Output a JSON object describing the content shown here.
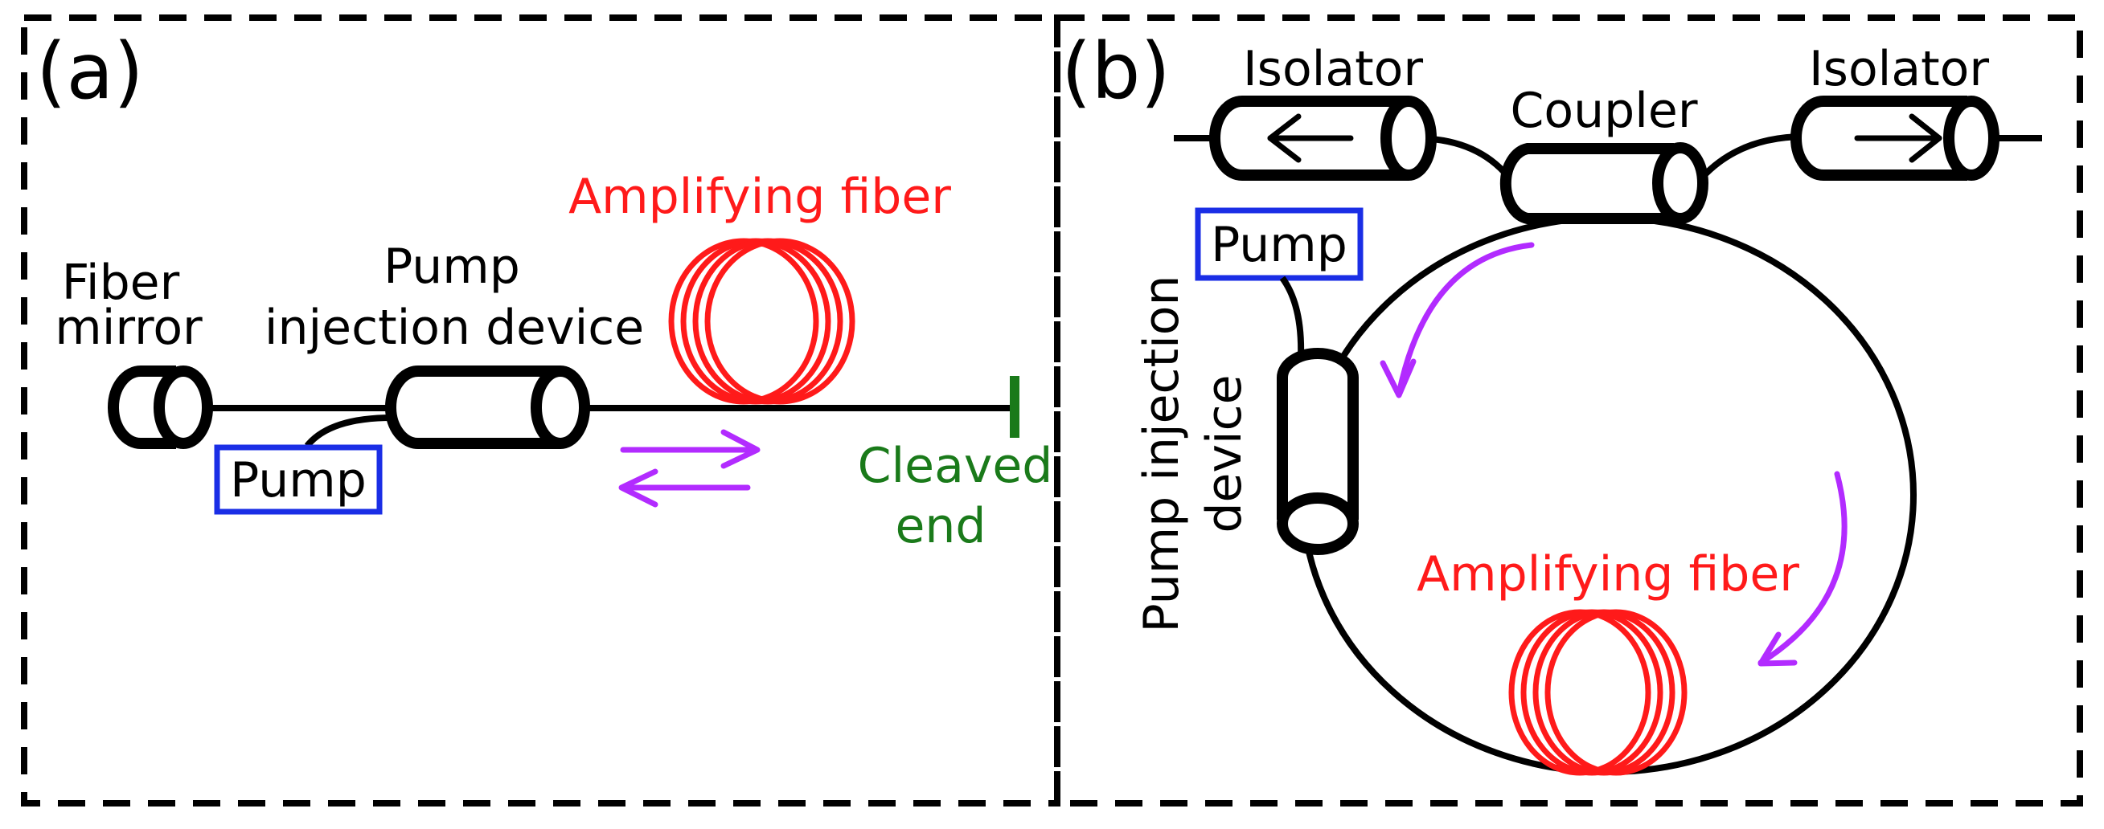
{
  "panel_a": {
    "tag": "(a)",
    "fiber_mirror": [
      "Fiber",
      "mirror"
    ],
    "pump_injection_device": [
      "Pump",
      "injection device"
    ],
    "amplifying_fiber": "Amplifying fiber",
    "pump": "Pump",
    "cleaved_end": [
      "Cleaved",
      "end"
    ]
  },
  "panel_b": {
    "tag": "(b)",
    "isolator_left": "Isolator",
    "isolator_right": "Isolator",
    "coupler": "Coupler",
    "pump": "Pump",
    "pump_injection_device": [
      "Pump injection",
      "device"
    ],
    "amplifying_fiber": "Amplifying fiber"
  },
  "colors": {
    "line": "#000000",
    "amplifying_fiber": "#ff1a1a",
    "pump_box": "#1a2ee6",
    "cleaved_end": "#1a7a1a",
    "arrows": "#b22bff"
  }
}
